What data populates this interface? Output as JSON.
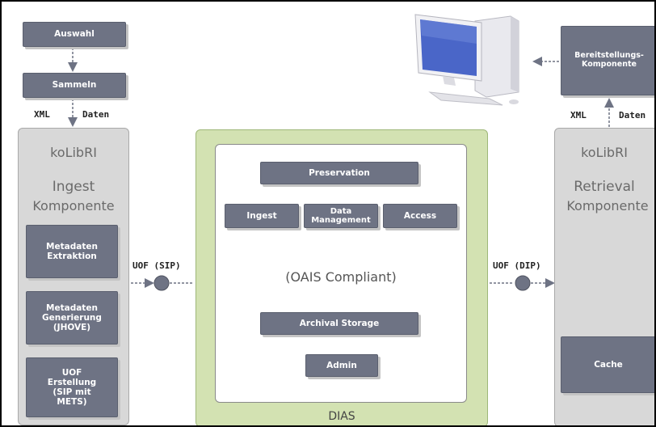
{
  "top_left": {
    "auswahl": "Auswahl",
    "sammeln": "Sammeln",
    "xml": "XML",
    "daten": "Daten"
  },
  "ingest_panel": {
    "title": "koLibRI",
    "subtitle_line1": "Ingest",
    "subtitle_line2": "Komponente",
    "box1": "Metadaten\nExtraktion",
    "box2": "Metadaten\nGenerierung\n(JHOVE)",
    "box3": "UOF\nErstellung\n(SIP mit\nMETS)"
  },
  "connectors": {
    "uof_sip": "UOF (SIP)",
    "uof_dip": "UOF (DIP)"
  },
  "dias": {
    "label": "DIAS",
    "preservation": "Preservation",
    "ingest": "Ingest",
    "data_management": "Data\nManagement",
    "access": "Access",
    "compliance": "(OAIS Compliant)",
    "archival_storage": "Archival Storage",
    "admin": "Admin"
  },
  "retrieval_panel": {
    "bereitstellung": "Bereitstellungs-\nKomponente",
    "xml": "XML",
    "daten": "Daten",
    "title": "koLibRI",
    "subtitle_line1": "Retrieval",
    "subtitle_line2": "Komponente",
    "cache": "Cache"
  },
  "icons": {
    "computer": "desktop-computer-icon"
  }
}
